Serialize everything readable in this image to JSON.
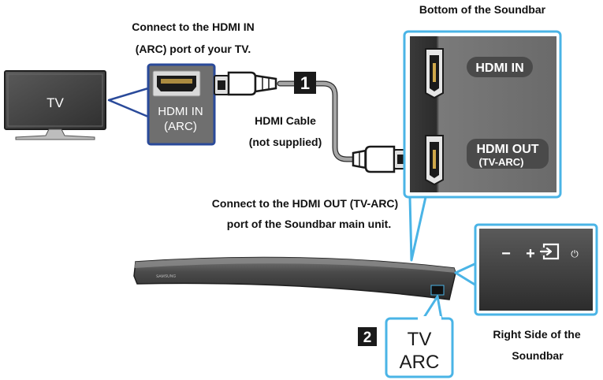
{
  "captions": {
    "bottom_of_soundbar": "Bottom of the Soundbar",
    "connect_tv_line1": "Connect to the HDMI IN",
    "connect_tv_line2": "(ARC) port of your TV.",
    "cable_line1": "HDMI Cable",
    "cable_line2": "(not supplied)",
    "connect_sb_line1": "Connect to the HDMI OUT (TV-ARC)",
    "connect_sb_line2": "port of the Soundbar main unit.",
    "right_side_line1": "Right Side of the",
    "right_side_line2": "Soundbar"
  },
  "tv": {
    "label": "TV"
  },
  "tv_port": {
    "line1": "HDMI IN",
    "line2": "(ARC)"
  },
  "soundbar_ports": {
    "hdmi_in": "HDMI IN",
    "hdmi_out_line1": "HDMI OUT",
    "hdmi_out_line2": "(TV-ARC)"
  },
  "steps": {
    "step1": "1",
    "step2": "2"
  },
  "soundbar": {
    "brand": "SAMSUNG"
  },
  "tv_arc_callout": {
    "line1": "TV",
    "line2": "ARC"
  },
  "side_panel": {
    "minus": "−",
    "plus": "+",
    "power": "⏻"
  },
  "colors": {
    "callout_blue": "#4ab4e6",
    "tv_port_blue": "#2a4a9a",
    "panel_gray": "#6e6e6e",
    "dark_gray": "#3a3a3a",
    "cable_gray": "#9a9a9a"
  }
}
